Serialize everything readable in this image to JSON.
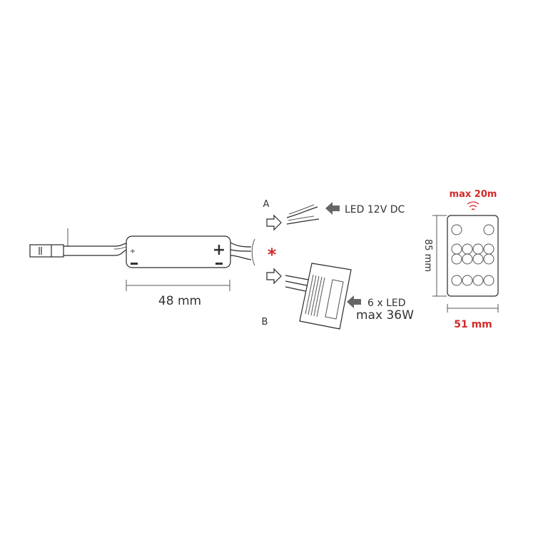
{
  "controller": {
    "width_label": "48 mm",
    "plus": "+",
    "minus": "−"
  },
  "option_a": {
    "label": "A",
    "output_label": "LED 12V DC"
  },
  "option_b": {
    "label": "B",
    "output_line1": "6 x LED",
    "output_line2": "max 36W"
  },
  "separator_mark": "*",
  "remote": {
    "range_label": "max 20m",
    "height_label": "85 mm",
    "width_label": "51 mm"
  },
  "colors": {
    "accent": "#d32a2a",
    "line": "#2a2a2a",
    "arrow": "#666666"
  }
}
